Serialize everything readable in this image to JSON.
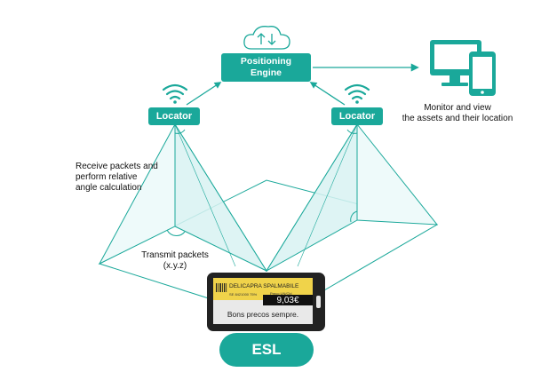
{
  "nodes": {
    "engine_line1": "Positioning",
    "engine_line2": "Engine",
    "locator_left": "Locator",
    "locator_right": "Locator",
    "esl": "ESL"
  },
  "labels": {
    "monitor_line1": "Monitor and view",
    "monitor_line2": "the assets and their location",
    "receive_line1": "Receive packets and",
    "receive_line2": "perform relative",
    "receive_line3": "angle calculation",
    "transmit_line1": "Transmit packets",
    "transmit_line2": "(x.y.z)"
  },
  "esl_tag": {
    "product": "DELICAPRA SPALMABILE",
    "code": "SE 8421000 75%",
    "unit_label": "Preco UN/Cld",
    "price": "9,03€",
    "slogan": "Bons precos sempre."
  },
  "colors": {
    "teal": "#1aa89a",
    "cone_fill": "#d8f2f2",
    "cone_stroke": "#1aa89a",
    "tag_yellow": "#f0d34a",
    "tag_body": "#222222"
  },
  "icons": {
    "engine": "cloud-sync-icon",
    "locator": "wifi-icon",
    "monitor": "monitor-phone-icon"
  }
}
